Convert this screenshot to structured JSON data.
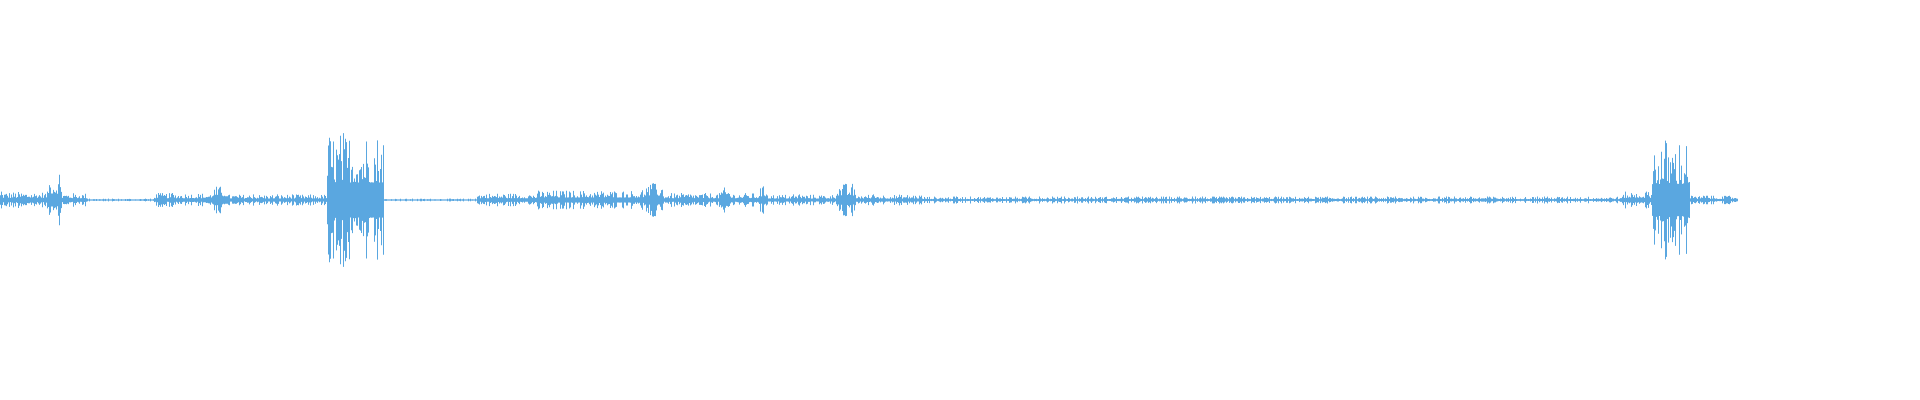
{
  "waveform": {
    "color": "#5aa7e0",
    "duration_fraction": 0.905,
    "segments": [
      {
        "start": 0.0,
        "end": 0.025,
        "amp": 0.06
      },
      {
        "start": 0.025,
        "end": 0.032,
        "amp": 0.18
      },
      {
        "start": 0.032,
        "end": 0.045,
        "amp": 0.05
      },
      {
        "start": 0.045,
        "end": 0.08,
        "amp": 0.01
      },
      {
        "start": 0.08,
        "end": 0.11,
        "amp": 0.05
      },
      {
        "start": 0.11,
        "end": 0.118,
        "amp": 0.1
      },
      {
        "start": 0.118,
        "end": 0.17,
        "amp": 0.04
      },
      {
        "start": 0.17,
        "end": 0.2,
        "amp": 0.5
      },
      {
        "start": 0.2,
        "end": 0.248,
        "amp": 0.01
      },
      {
        "start": 0.248,
        "end": 0.28,
        "amp": 0.05
      },
      {
        "start": 0.28,
        "end": 0.335,
        "amp": 0.07
      },
      {
        "start": 0.335,
        "end": 0.345,
        "amp": 0.12
      },
      {
        "start": 0.345,
        "end": 0.375,
        "amp": 0.05
      },
      {
        "start": 0.375,
        "end": 0.38,
        "amp": 0.09
      },
      {
        "start": 0.38,
        "end": 0.395,
        "amp": 0.05
      },
      {
        "start": 0.395,
        "end": 0.4,
        "amp": 0.1
      },
      {
        "start": 0.4,
        "end": 0.435,
        "amp": 0.04
      },
      {
        "start": 0.435,
        "end": 0.445,
        "amp": 0.12
      },
      {
        "start": 0.445,
        "end": 0.48,
        "amp": 0.04
      },
      {
        "start": 0.48,
        "end": 0.845,
        "amp": 0.025
      },
      {
        "start": 0.845,
        "end": 0.86,
        "amp": 0.06
      },
      {
        "start": 0.86,
        "end": 0.88,
        "amp": 0.45
      },
      {
        "start": 0.88,
        "end": 0.905,
        "amp": 0.03
      }
    ]
  }
}
